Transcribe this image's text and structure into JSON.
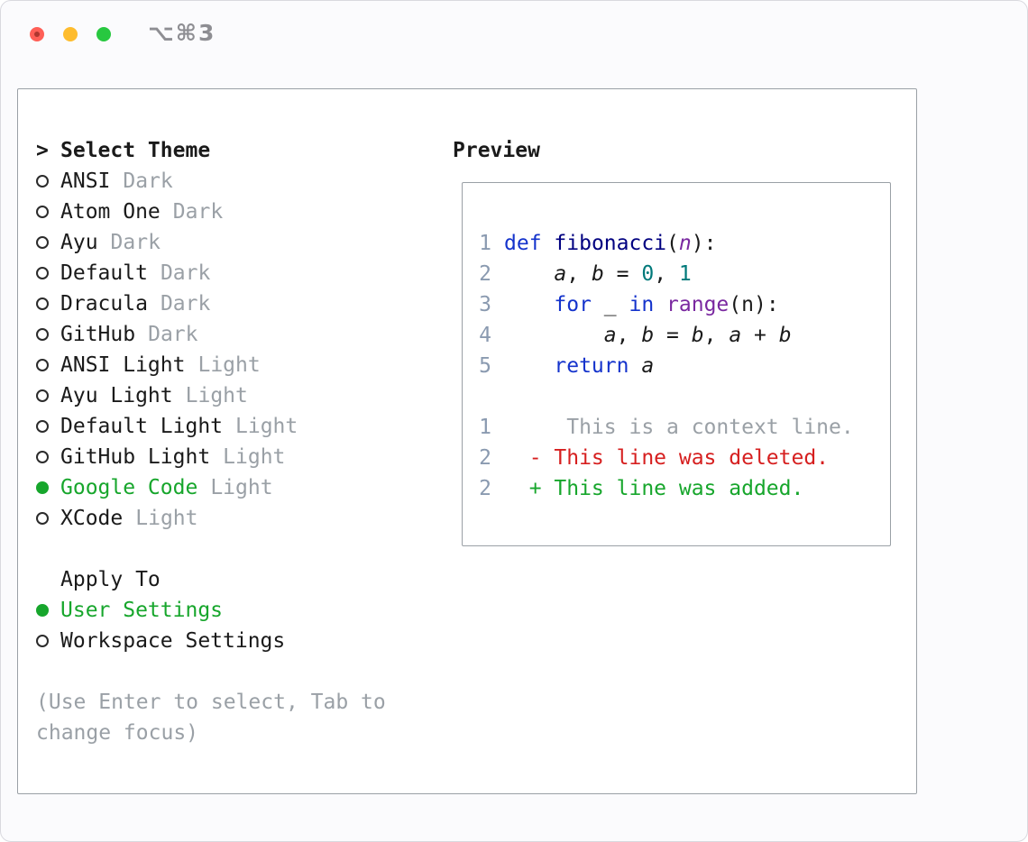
{
  "window": {
    "title": "⌥⌘3"
  },
  "theme_selector": {
    "prompt": ">",
    "title": "Select Theme",
    "themes": [
      {
        "name": "ANSI",
        "variant": "Dark",
        "selected": false
      },
      {
        "name": "Atom One",
        "variant": "Dark",
        "selected": false
      },
      {
        "name": "Ayu",
        "variant": "Dark",
        "selected": false
      },
      {
        "name": "Default",
        "variant": "Dark",
        "selected": false
      },
      {
        "name": "Dracula",
        "variant": "Dark",
        "selected": false
      },
      {
        "name": "GitHub",
        "variant": "Dark",
        "selected": false
      },
      {
        "name": "ANSI Light",
        "variant": "Light",
        "selected": false
      },
      {
        "name": "Ayu Light",
        "variant": "Light",
        "selected": false
      },
      {
        "name": "Default Light",
        "variant": "Light",
        "selected": false
      },
      {
        "name": "GitHub Light",
        "variant": "Light",
        "selected": false
      },
      {
        "name": "Google Code",
        "variant": "Light",
        "selected": true
      },
      {
        "name": "XCode",
        "variant": "Light",
        "selected": false
      }
    ],
    "apply_to": {
      "title": "Apply To",
      "options": [
        {
          "label": "User Settings",
          "selected": true
        },
        {
          "label": "Workspace Settings",
          "selected": false
        }
      ]
    },
    "hint_line1": "(Use Enter to select, Tab to",
    "hint_line2": "change focus)"
  },
  "preview": {
    "title": "Preview",
    "code_lines": [
      {
        "num": "1",
        "tokens": [
          [
            "def",
            "kw"
          ],
          [
            " ",
            ""
          ],
          [
            "fibonacci",
            "fn"
          ],
          [
            "(",
            ""
          ],
          [
            "n",
            "param"
          ],
          [
            "):",
            ""
          ]
        ]
      },
      {
        "num": "2",
        "tokens": [
          [
            "    ",
            ""
          ],
          [
            "a",
            "var"
          ],
          [
            ", ",
            ""
          ],
          [
            "b",
            "var"
          ],
          [
            " = ",
            ""
          ],
          [
            "0",
            "num"
          ],
          [
            ", ",
            ""
          ],
          [
            "1",
            "num"
          ]
        ]
      },
      {
        "num": "3",
        "tokens": [
          [
            "    ",
            ""
          ],
          [
            "for",
            "kw"
          ],
          [
            " _ ",
            ""
          ],
          [
            "in",
            "kw"
          ],
          [
            " ",
            ""
          ],
          [
            "range",
            "type"
          ],
          [
            "(n):",
            ""
          ]
        ]
      },
      {
        "num": "4",
        "tokens": [
          [
            "        ",
            ""
          ],
          [
            "a",
            "var"
          ],
          [
            ", ",
            ""
          ],
          [
            "b",
            "var"
          ],
          [
            " = ",
            ""
          ],
          [
            "b",
            "var"
          ],
          [
            ", ",
            ""
          ],
          [
            "a",
            "var"
          ],
          [
            " + ",
            ""
          ],
          [
            "b",
            "var"
          ]
        ]
      },
      {
        "num": "5",
        "tokens": [
          [
            "    ",
            ""
          ],
          [
            "return",
            "kw"
          ],
          [
            " ",
            ""
          ],
          [
            "a",
            "var"
          ]
        ]
      }
    ],
    "diff_lines": [
      {
        "num": "1",
        "sign": "",
        "text": "This is a context line.",
        "type": "context"
      },
      {
        "num": "2",
        "sign": "-",
        "text": "This line was deleted.",
        "type": "deleted"
      },
      {
        "num": "2",
        "sign": "+",
        "text": "This line was added.",
        "type": "added"
      }
    ]
  },
  "colors": {
    "accent_green": "#17a62c",
    "diff_red": "#d61f1f",
    "muted": "#9aa0a6",
    "line_number": "#8a9ab0",
    "traffic_red": "#ff5f57",
    "traffic_yellow": "#febc2e",
    "traffic_green": "#28c840",
    "syntax": {
      "keyword": "#1433cc",
      "function": "#000080",
      "parameter": "#7a28a0",
      "type": "#7a28a0",
      "number": "#00797a",
      "plain": "#1a1a1a"
    }
  }
}
